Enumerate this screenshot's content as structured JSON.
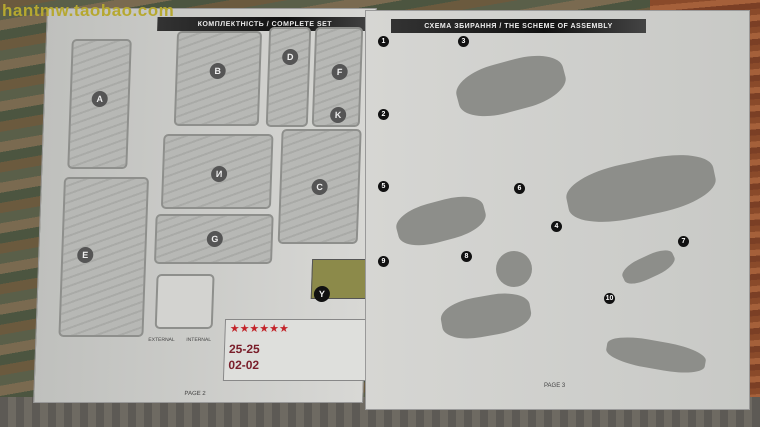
{
  "watermark": "hantmw.taobao.com",
  "left_page": {
    "header": "КОМПЛЕКТНІСТЬ / COMPLETE SET",
    "page_label": "PAGE 2",
    "sprue_letters": [
      "A",
      "B",
      "D",
      "F",
      "K",
      "И",
      "C",
      "G",
      "E",
      "Y"
    ],
    "mask_labels": {
      "external": "EXTERNAL",
      "internal": "INTERNAL"
    },
    "decals": {
      "line1": "25-25",
      "line2": "02-02",
      "stars": "★★★★★★"
    }
  },
  "right_page": {
    "header": "СХЕМА ЗБИРАННЯ / THE SCHEME OF ASSEMBLY",
    "page_label": "PAGE 3",
    "steps": [
      "1",
      "2",
      "3",
      "4",
      "5",
      "6",
      "7",
      "8",
      "9",
      "10"
    ]
  },
  "colors": {
    "watermark": "#b6a830",
    "decal_red": "#c3242a"
  }
}
